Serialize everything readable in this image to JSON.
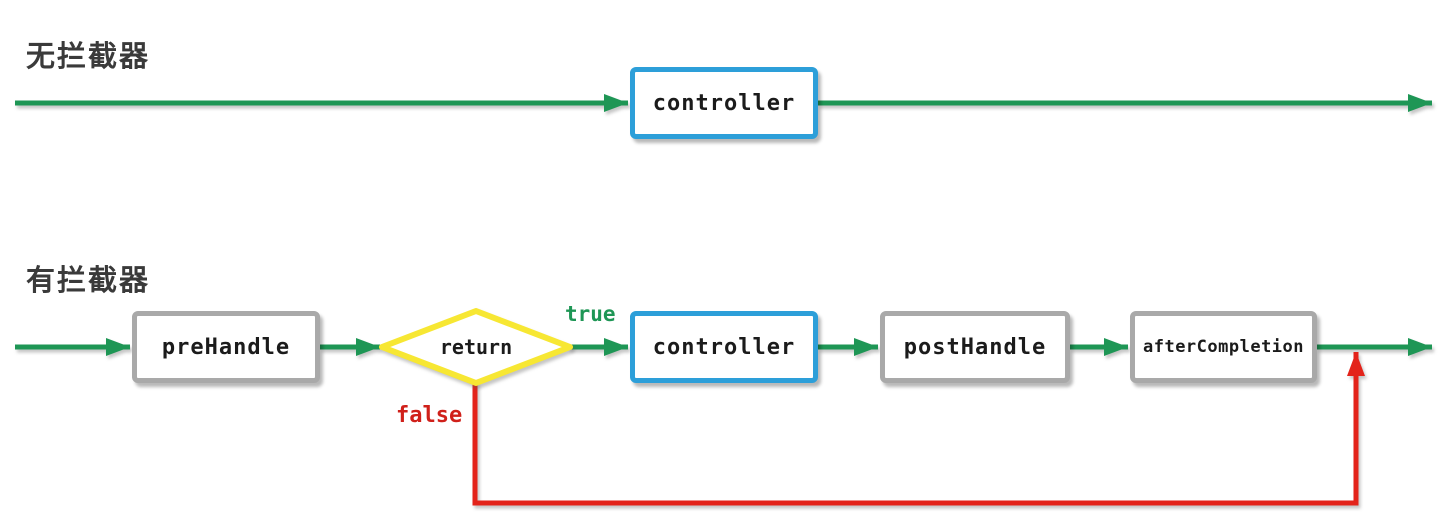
{
  "colors": {
    "flow_green": "#1e9655",
    "controller_blue": "#2d9fd9",
    "decision_yellow": "#f7e733",
    "false_red": "#e3231a",
    "node_gray": "#a9a9a9",
    "title_text": "#3a3a3a",
    "node_text": "#1b1b1b"
  },
  "sections": {
    "no_interceptor": {
      "title": "无拦截器",
      "controller_label": "controller"
    },
    "with_interceptor": {
      "title": "有拦截器",
      "prehandle_label": "preHandle",
      "decision_label": "return",
      "true_label": "true",
      "false_label": "false",
      "controller_label": "controller",
      "posthandle_label": "postHandle",
      "aftercompletion_label": "afterCompletion"
    }
  }
}
